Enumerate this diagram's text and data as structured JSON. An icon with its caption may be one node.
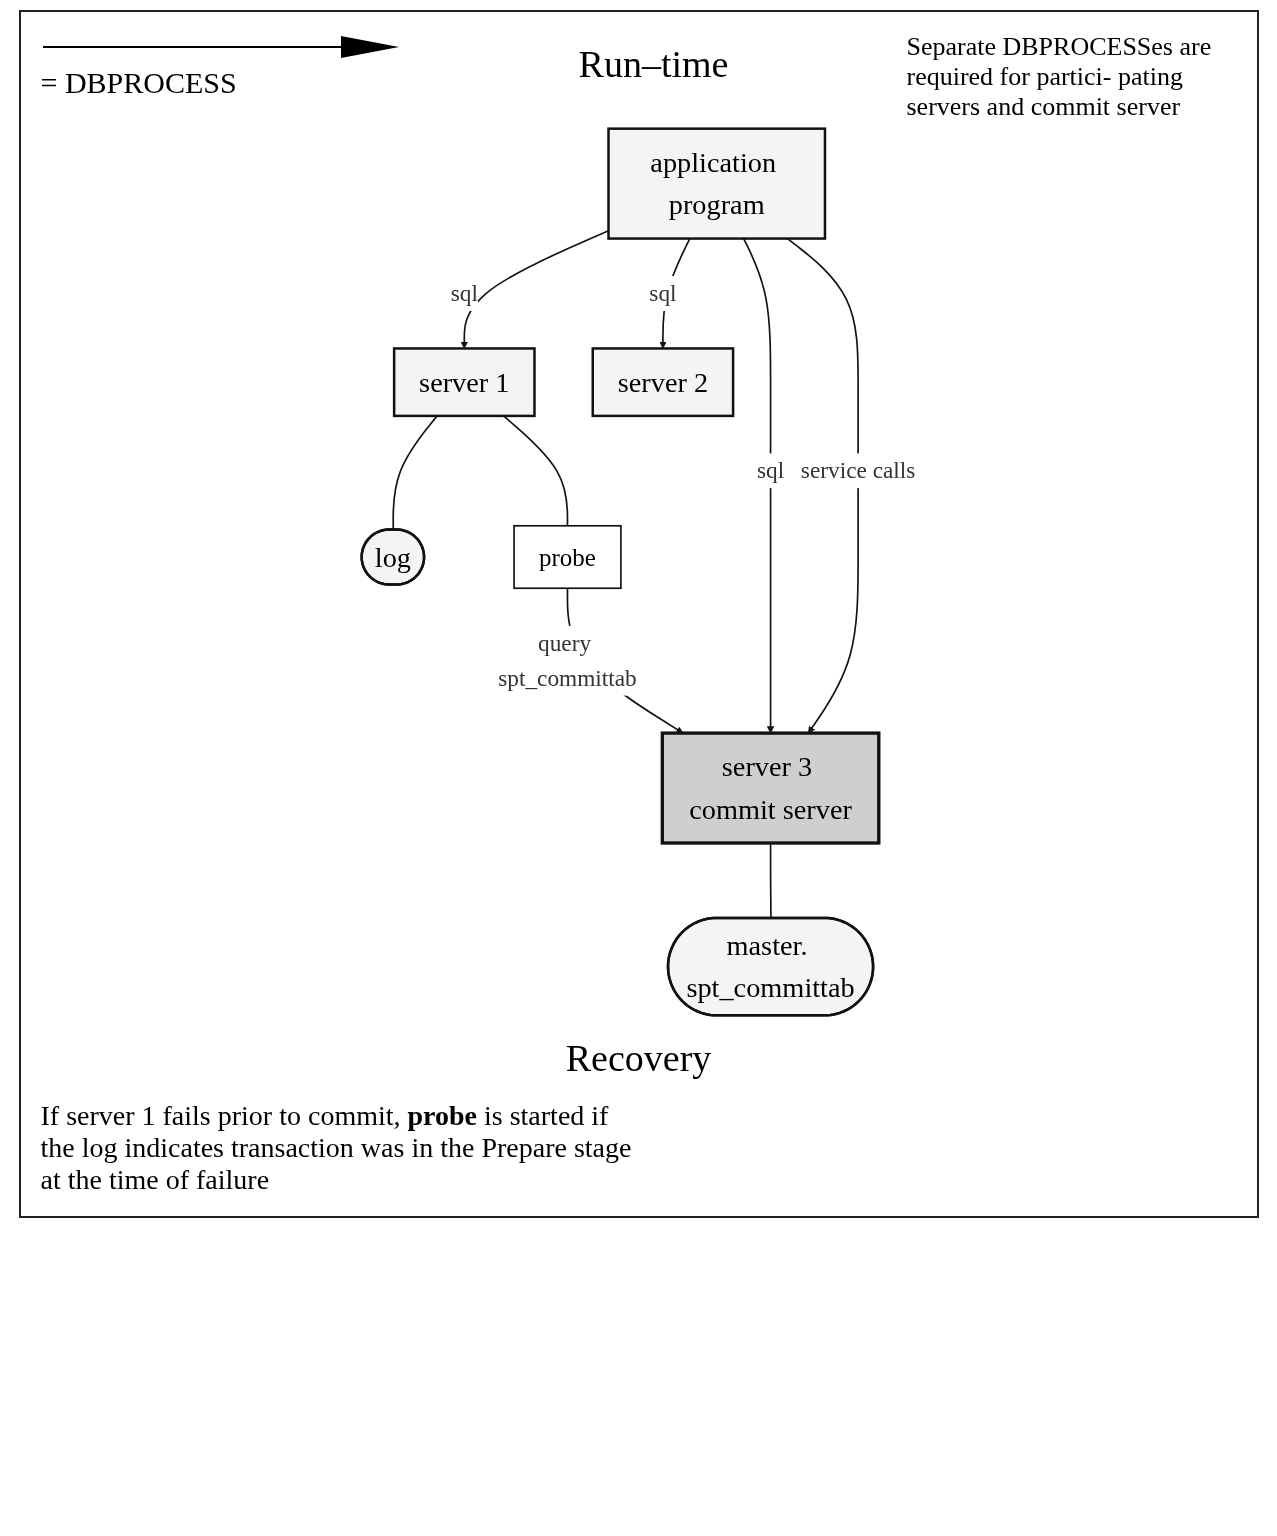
{
  "diagram": {
    "nodes": [
      {
        "text": [
          "application program"
        ]
      },
      {
        "text": [
          "server 1"
        ]
      },
      {
        "text": [
          "server 2"
        ]
      },
      {
        "text": [
          "server 3 commit server"
        ]
      },
      {
        "text": [
          "log"
        ]
      },
      {
        "text": [
          "probe"
        ]
      },
      {
        "text": [
          "master. spt_committab"
        ]
      }
    ],
    "edges": [
      {
        "from": 0,
        "to": 1,
        "arrow": "to",
        "label": "sql"
      },
      {
        "from": 0,
        "to": 2,
        "arrow": "to",
        "label": "sql"
      },
      {
        "from": 0,
        "to": 3,
        "arrow": "to",
        "label": "sql"
      },
      {
        "from": 0,
        "to": 3,
        "arrow": "to",
        "label": "service calls"
      },
      {
        "from": 1,
        "to": 4,
        "arrow": "none"
      },
      {
        "from": 1,
        "to": 5,
        "arrow": "none"
      },
      {
        "from": 5,
        "to": 3,
        "arrow": "to",
        "label": "query spt_committab"
      },
      {
        "from": 3,
        "to": 6,
        "arrow": "none"
      }
    ],
    "labels": [
      "Run–time",
      "Separate DBPROCESSes are required for partici- pating servers and commit server",
      "Recovery",
      "If server 1 fails prior to commit, **probe** is started if the log indicates transaction was in the Prepare stage at the time of failure"
    ],
    "legend": [
      {
        "text": "= DBPROCESS"
      }
    ]
  }
}
